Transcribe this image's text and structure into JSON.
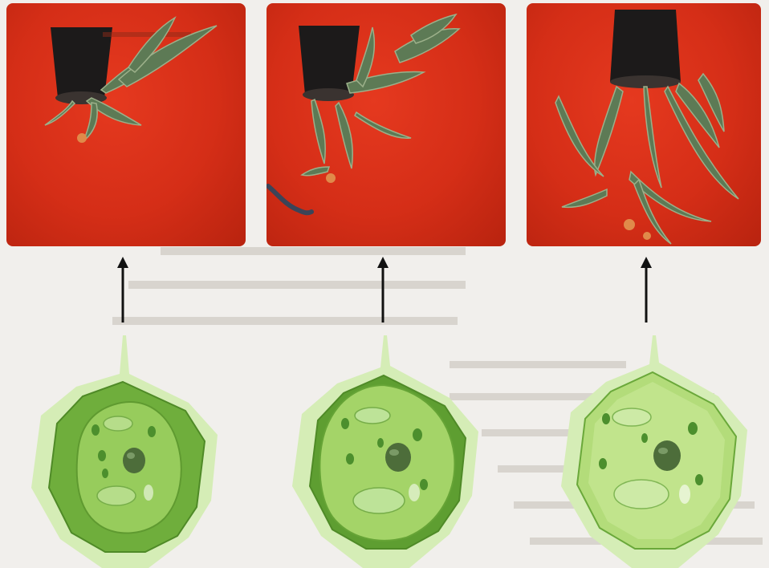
{
  "figure": {
    "panels": [
      {
        "state": "wilted",
        "vacuole": "shrunken",
        "turgor": "low"
      },
      {
        "state": "recovering",
        "vacuole": "partially-filled",
        "turgor": "medium"
      },
      {
        "state": "turgid",
        "vacuole": "full",
        "turgor": "high"
      }
    ],
    "colors": {
      "photo_background": "#d52e17",
      "pot": "#1c1a1a",
      "cell_wall": "#c9e7a5",
      "cytoplasm": "#86c04c",
      "nucleus": "#4d6d3a",
      "arrow": "#111111"
    },
    "icons": [
      "up-arrow-icon"
    ]
  }
}
